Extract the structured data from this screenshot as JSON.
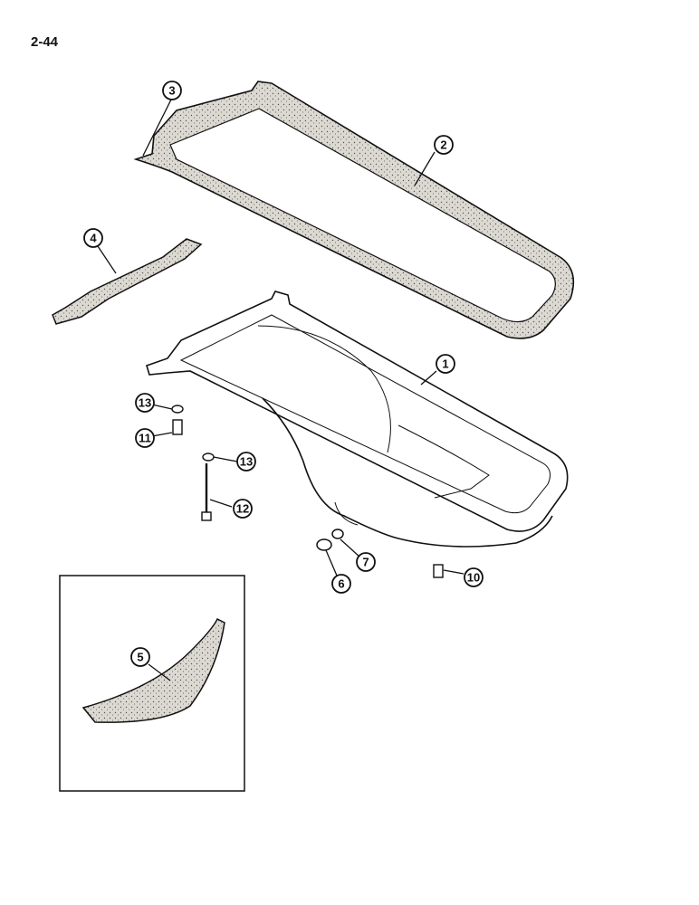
{
  "page": {
    "number": "2-44"
  },
  "callouts": [
    {
      "id": "1",
      "label": "1"
    },
    {
      "id": "2",
      "label": "2"
    },
    {
      "id": "3",
      "label": "3"
    },
    {
      "id": "4",
      "label": "4"
    },
    {
      "id": "5",
      "label": "5"
    },
    {
      "id": "6",
      "label": "6"
    },
    {
      "id": "7",
      "label": "7"
    },
    {
      "id": "10",
      "label": "10"
    },
    {
      "id": "11",
      "label": "11"
    },
    {
      "id": "12",
      "label": "12"
    },
    {
      "id": "13a",
      "label": "13"
    },
    {
      "id": "13b",
      "label": "13"
    }
  ],
  "colors": {
    "line": "#111111",
    "gasket_fill": "#d9d6cf",
    "background": "#ffffff"
  }
}
